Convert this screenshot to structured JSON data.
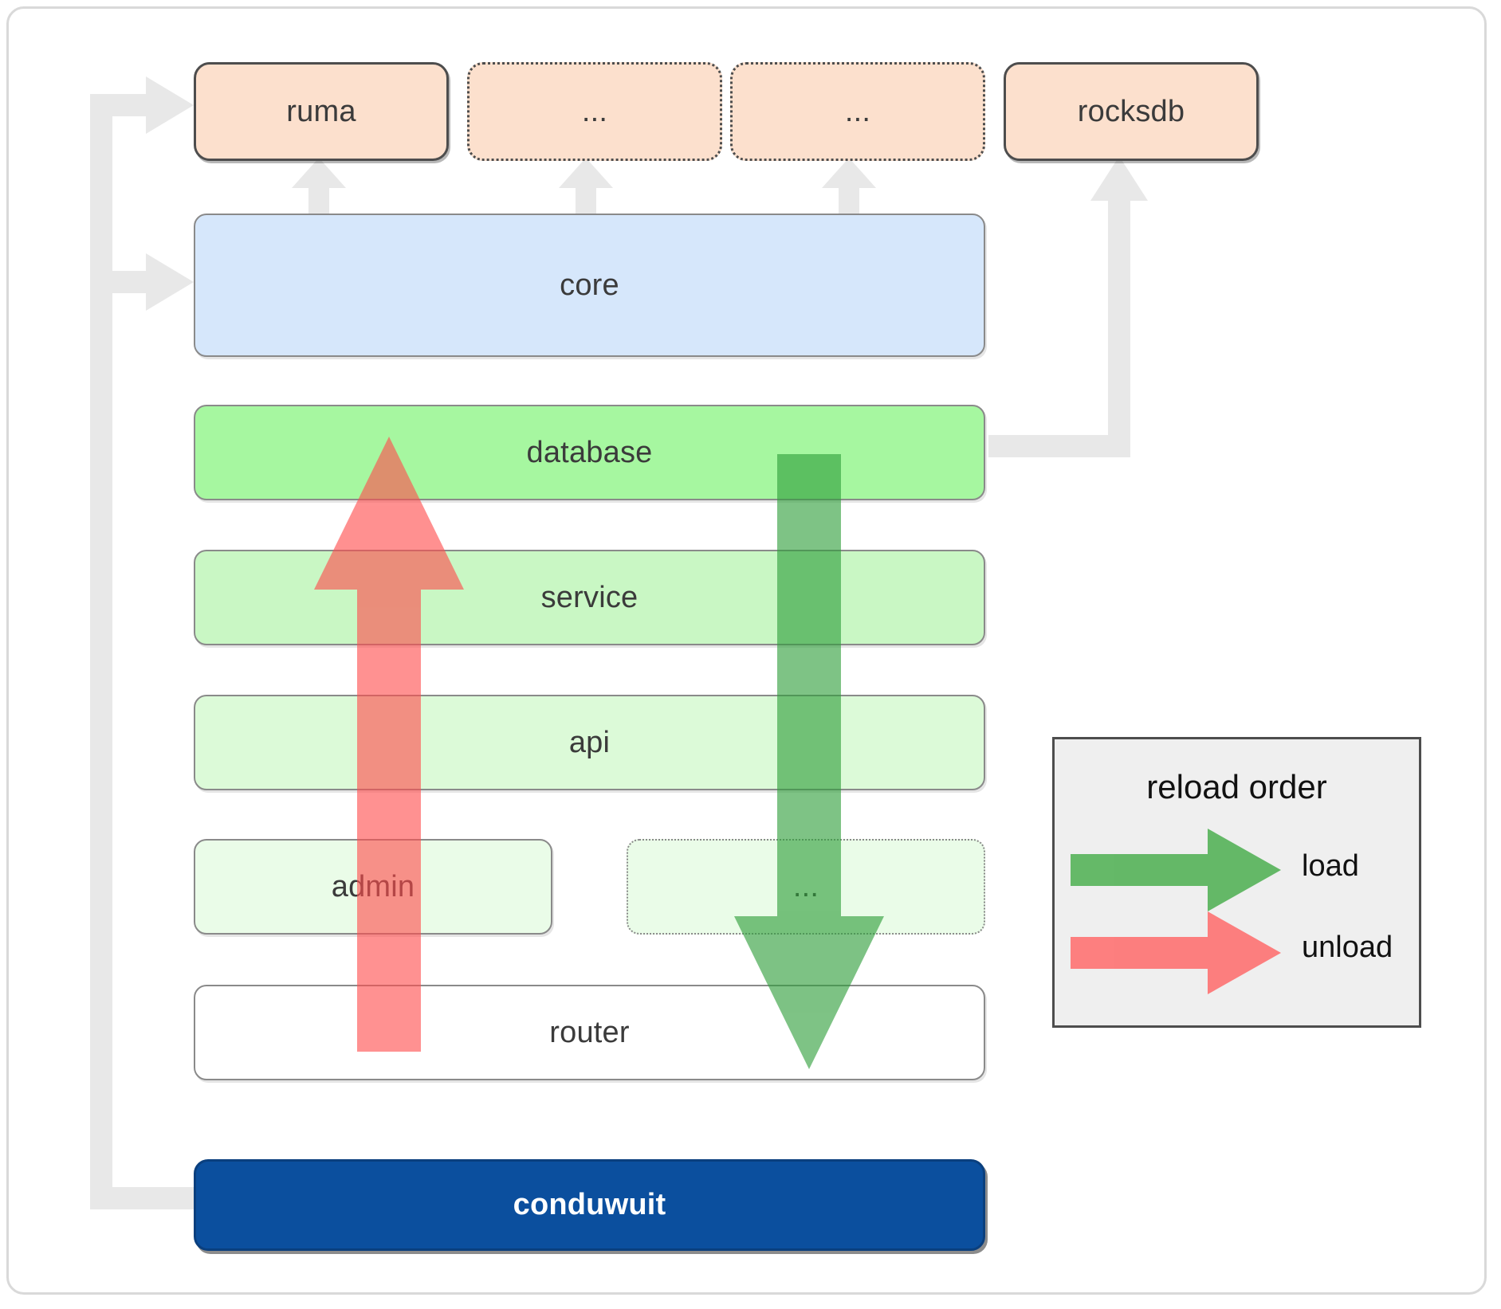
{
  "diagram": {
    "title": "conduwuit crate / module layering and reload order",
    "colors": {
      "dependency_fill": "#fce0cd",
      "core_fill": "#d6e7fb",
      "database_fill": "#a6f7a0",
      "service_fill": "#c9f7c4",
      "api_fill": "#dcfad8",
      "admin_fill": "#eafce8",
      "dots_fill": "#eafce8",
      "router_fill": "#ffffff",
      "binary_fill": "#0b4f9e",
      "binary_text": "#ffffff",
      "load_arrow": "#4caf50",
      "unload_arrow": "#ff6b6b",
      "connector": "#e6e6e6",
      "border": "#8a8a8a",
      "dep_border": "#4d4d4d",
      "frame_border": "#d9d9d9",
      "legend_fill": "#efefef"
    }
  },
  "dependencies": [
    {
      "label": "ruma",
      "style": "solid"
    },
    {
      "label": "...",
      "style": "dotted"
    },
    {
      "label": "...",
      "style": "dotted"
    },
    {
      "label": "rocksdb",
      "style": "solid"
    }
  ],
  "core": {
    "label": "core"
  },
  "layers": [
    {
      "label": "database",
      "style": "solid"
    },
    {
      "label": "service",
      "style": "solid"
    },
    {
      "label": "api",
      "style": "solid"
    },
    {
      "label": "admin",
      "style": "solid"
    },
    {
      "label": "...",
      "style": "dotted"
    },
    {
      "label": "router",
      "style": "solid"
    }
  ],
  "binary": {
    "label": "conduwuit"
  },
  "legend": {
    "title": "reload order",
    "items": [
      {
        "label": "load",
        "color": "#4caf50",
        "direction": "down"
      },
      {
        "label": "unload",
        "color": "#ff6b6b",
        "direction": "up"
      }
    ]
  },
  "overlay_arrows": [
    {
      "name": "unload-arrow",
      "label": "unload",
      "direction": "up",
      "color": "#ff6b6b"
    },
    {
      "name": "load-arrow",
      "label": "load",
      "direction": "down",
      "color": "#4caf50"
    }
  ]
}
